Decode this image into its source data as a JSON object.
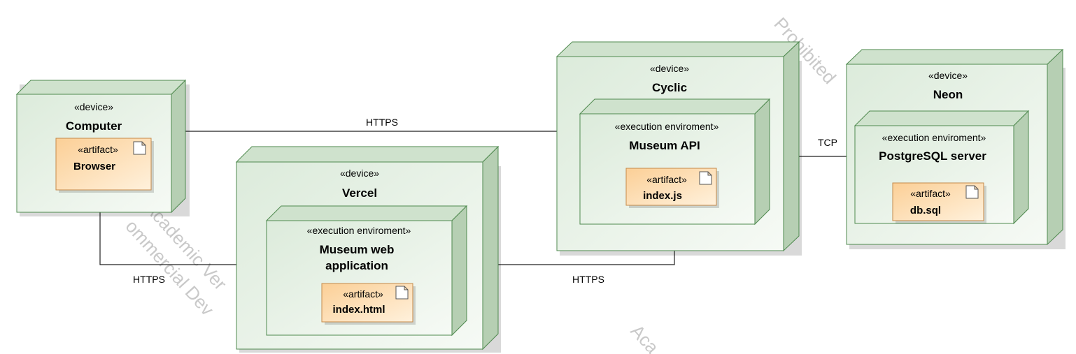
{
  "nodes": {
    "computer": {
      "stereotype": "«device»",
      "name": "Computer",
      "artifact": {
        "stereotype": "«artifact»",
        "name": "Browser"
      }
    },
    "vercel": {
      "stereotype": "«device»",
      "name": "Vercel",
      "env": {
        "stereotype": "«execution enviroment»",
        "name_line1": "Museum web",
        "name_line2": "application",
        "artifact": {
          "stereotype": "«artifact»",
          "name": "index.html"
        }
      }
    },
    "cyclic": {
      "stereotype": "«device»",
      "name": "Cyclic",
      "env": {
        "stereotype": "«execution enviroment»",
        "name": "Museum API",
        "artifact": {
          "stereotype": "«artifact»",
          "name": "index.js"
        }
      }
    },
    "neon": {
      "stereotype": "«device»",
      "name": "Neon",
      "env": {
        "stereotype": "«execution enviroment»",
        "name": "PostgreSQL server",
        "artifact": {
          "stereotype": "«artifact»",
          "name": "db.sql"
        }
      }
    }
  },
  "connections": {
    "computer_cyclic": "HTTPS",
    "computer_vercel": "HTTPS",
    "vercel_cyclic": "HTTPS",
    "cyclic_neon": "TCP"
  },
  "watermark": {
    "top_right": "Prohibited",
    "left_line1": "Academic Ver",
    "left_line2": "ommercial Dev",
    "bottom": "Aca"
  }
}
